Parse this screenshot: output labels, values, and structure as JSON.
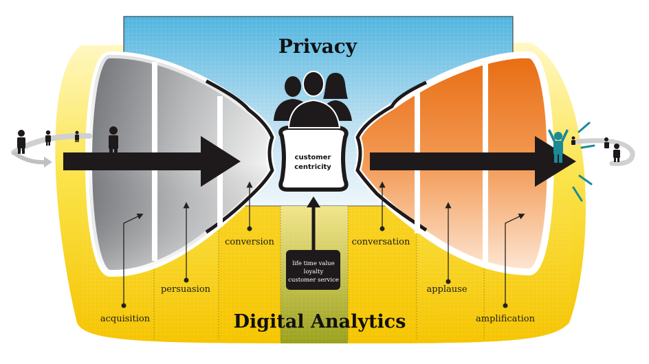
{
  "titles": {
    "top": "Privacy",
    "bottom": "Digital Analytics"
  },
  "center": {
    "label_line1": "customer",
    "label_line2": "centricity",
    "box_lines": [
      "life time value",
      "loyalty",
      "customer service"
    ]
  },
  "stages": {
    "acquisition": "acquisition",
    "persuasion": "persuasion",
    "conversion": "conversion",
    "conversation": "conversation",
    "applause": "applause",
    "amplification": "amplification"
  },
  "colors": {
    "sky_top": "#4fb4df",
    "sky_bottom": "#e8f4fa",
    "yellow": "#f7cf16",
    "yellow_pale": "#fff6b8",
    "olive": "#9fa61d",
    "funnel_gray": "#8f9094",
    "funnel_orange": "#ee7f24",
    "arrow": "#1e1a1b",
    "teal": "#1a8a96"
  }
}
